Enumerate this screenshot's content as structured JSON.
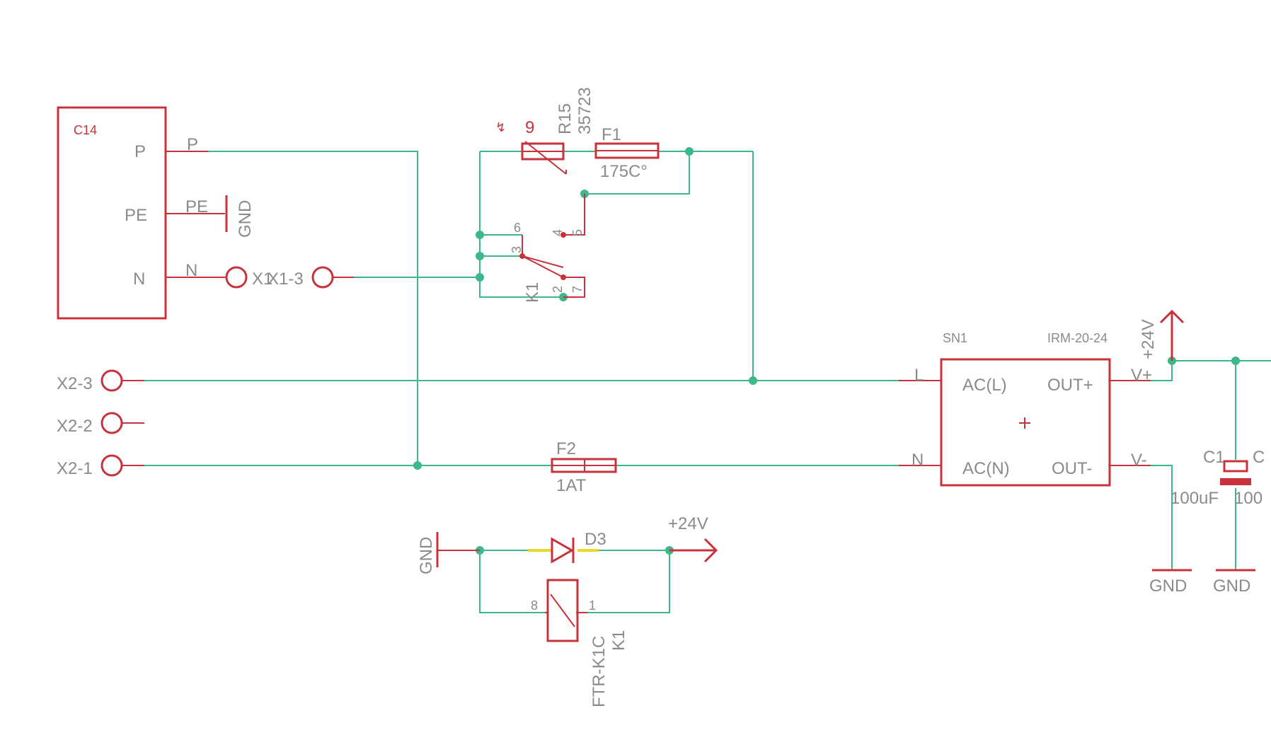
{
  "colors": {
    "wire": "#3cb88a",
    "component": "#c8323a",
    "label": "#8a8a8a",
    "highlight": "#e8d82a"
  },
  "c14": {
    "name": "C14",
    "pins": {
      "p": "P",
      "pe": "PE",
      "n": "N"
    },
    "net_p": "P",
    "net_pe": "PE",
    "net_n": "N"
  },
  "gnd_top": "GND",
  "x1": {
    "label": "X1",
    "label2": "X1-3"
  },
  "x2": {
    "pin3": "X2-3",
    "pin2": "X2-2",
    "pin1": "X2-1"
  },
  "r15": {
    "name": "R15",
    "value": "35723",
    "sym_top": "9",
    "sym_left": "↯"
  },
  "f1": {
    "name": "F1",
    "value": "175C°"
  },
  "k1_switch": {
    "name": "K1",
    "pins": {
      "p6": "6",
      "p3": "3",
      "p4": "4",
      "p5": "5",
      "p2": "2",
      "p7": "7"
    }
  },
  "psu": {
    "name": "SN1",
    "value": "IRM-20-24",
    "ac_l": "AC(L)",
    "ac_n": "AC(N)",
    "out_p": "OUT+",
    "out_n": "OUT-",
    "net_l": "L",
    "net_n": "N",
    "net_vp": "V+",
    "net_vn": "V-"
  },
  "f2": {
    "name": "F2",
    "value": "1AT"
  },
  "supply_24v_right": "+24V",
  "supply_24v_bottom": "+24V",
  "gnd_psu_1": "GND",
  "gnd_psu_2": "GND",
  "gnd_bottom": "GND",
  "c1": {
    "name": "C1",
    "value": "100uF",
    "name2": "C",
    "value2": "100"
  },
  "d3": {
    "name": "D3"
  },
  "k1_coil": {
    "name": "K1",
    "value": "FTR-K1C",
    "pin8": "8",
    "pin1": "1"
  }
}
